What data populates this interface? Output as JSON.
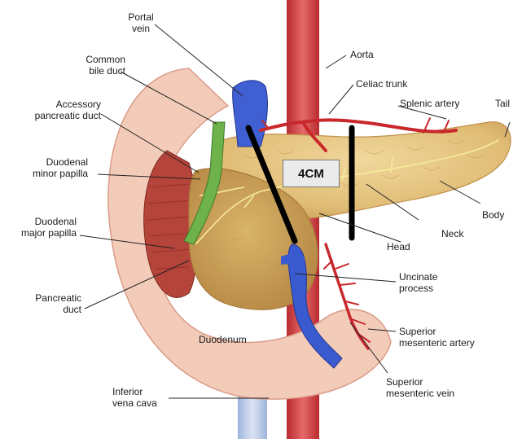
{
  "labels": {
    "portal_vein": [
      "Portal",
      "vein"
    ],
    "aorta": "Aorta",
    "common_bile_duct": [
      "Common",
      "bile duct"
    ],
    "celiac_trunk": "Celiac trunk",
    "accessory_pancreatic_duct": [
      "Accessory",
      "pancreatic duct"
    ],
    "splenic_artery": "Splenic artery",
    "tail": "Tail",
    "duodenal_minor_papilla": [
      "Duodenal",
      "minor papilla"
    ],
    "body": "Body",
    "duodenal_major_papilla": [
      "Duodenal",
      "major papilla"
    ],
    "neck": "Neck",
    "head": "Head",
    "uncinate_process": [
      "Uncinate",
      "process"
    ],
    "pancreatic_duct": [
      "Pancreatic",
      "duct"
    ],
    "duodenum": "Duodenum",
    "superior_mesenteric_artery": [
      "Superior",
      "mesenteric artery"
    ],
    "superior_mesenteric_vein": [
      "Superior",
      "mesenteric vein"
    ],
    "inferior_vena_cava": [
      "Inferior",
      "vena cava"
    ]
  },
  "measurement": {
    "text": "4CM"
  },
  "colors": {
    "pancreas": "#e2c27e",
    "duodenum_outer": "#f2c6b6",
    "duodenum_inner": "#b9473c",
    "artery": "#c8282c",
    "vein": "#3a5bd0",
    "bile_duct": "#6bb04a"
  }
}
